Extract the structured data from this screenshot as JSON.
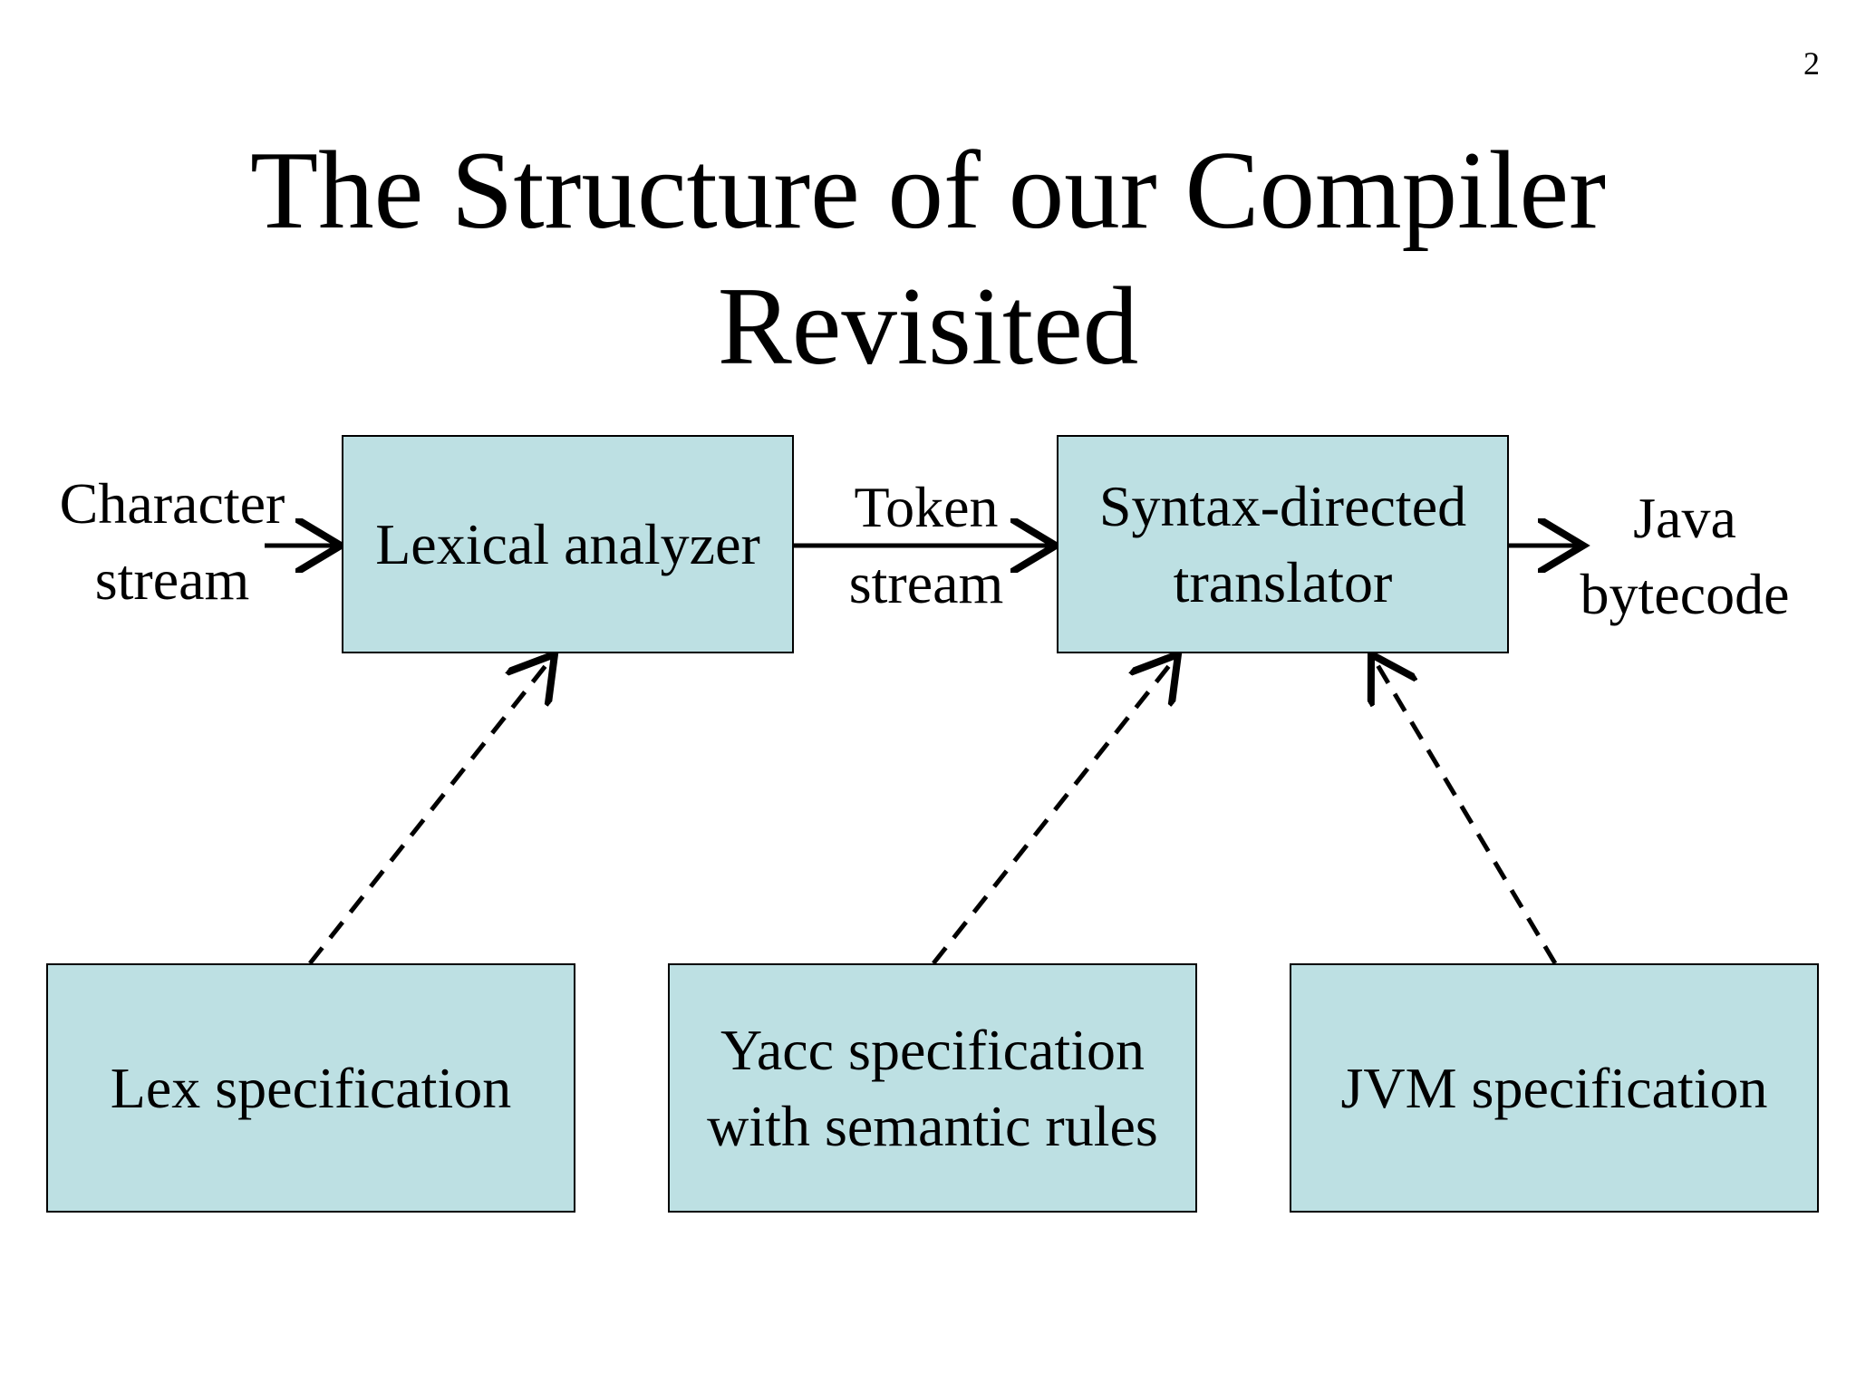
{
  "page": {
    "number": "2",
    "title_lines": [
      "The Structure of our Compiler",
      "Revisited"
    ]
  },
  "nodes": {
    "lexical_analyzer": "Lexical analyzer",
    "syntax_directed_translator": [
      "Syntax-directed",
      "translator"
    ],
    "lex_specification": "Lex specification",
    "yacc_specification": [
      "Yacc specification",
      "with semantic rules"
    ],
    "jvm_specification": "JVM specification"
  },
  "labels": {
    "input": [
      "Character",
      "stream"
    ],
    "intermediate": [
      "Token",
      "stream"
    ],
    "output": [
      "Java",
      "bytecode"
    ]
  },
  "colors": {
    "box_fill": "#bde0e3",
    "stroke": "#000000",
    "background": "#ffffff"
  }
}
